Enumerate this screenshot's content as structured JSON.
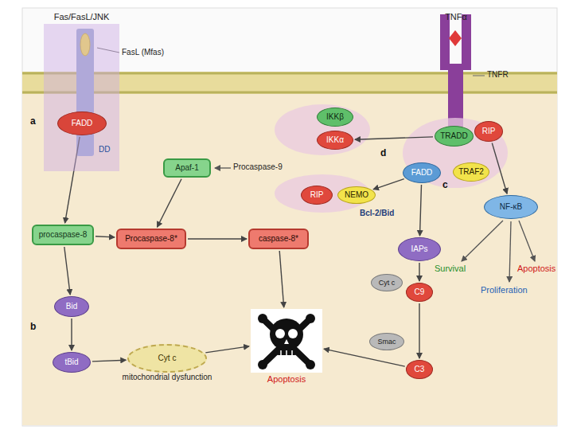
{
  "diagram": {
    "nodes": [
      {
        "text": [
          "Fas/FasL/JNK"
        ]
      },
      {
        "text": [
          "FADD"
        ],
        "in": 0
      },
      {
        "text": [
          "procaspase-8"
        ]
      },
      {
        "text": [
          "Procaspase-8*"
        ]
      },
      {
        "text": [
          "caspase-8*"
        ]
      },
      {
        "text": [
          "Apaf-1"
        ]
      },
      {
        "text": [
          "Bid"
        ]
      },
      {
        "text": [
          "tBid"
        ]
      },
      {
        "text": [
          "Cyt c",
          "mitochondrial dysfunction"
        ]
      },
      {
        "text": [
          "Apoptosis"
        ]
      },
      {
        "text": [
          "TNFα"
        ]
      },
      {
        "text": [
          "TRADD"
        ]
      },
      {
        "text": [
          "RIP"
        ]
      },
      {
        "text": [
          "TRAF2"
        ]
      },
      {
        "text": [
          "FADD"
        ]
      },
      {
        "text": [
          "IKKβ"
        ]
      },
      {
        "text": [
          "IKKα"
        ]
      },
      {
        "text": [
          "RIP"
        ]
      },
      {
        "text": [
          "NEMO"
        ]
      },
      {
        "text": [
          "IAPs"
        ]
      },
      {
        "text": [
          "Cyt c"
        ]
      },
      {
        "text": [
          "C9"
        ]
      },
      {
        "text": [
          "Smac"
        ]
      },
      {
        "text": [
          "C3"
        ]
      },
      {
        "text": [
          "NF-κB"
        ]
      }
    ],
    "edges": [
      {
        "from": 1,
        "to": 2,
        "arrow": "to"
      },
      {
        "from": 2,
        "to": 3,
        "arrow": "to"
      },
      {
        "from": 3,
        "to": 4,
        "arrow": "to"
      },
      {
        "from": 5,
        "to": 3,
        "arrow": "to"
      },
      {
        "from": 4,
        "to": 9,
        "arrow": "to"
      },
      {
        "from": 2,
        "to": 6,
        "arrow": "to"
      },
      {
        "from": 6,
        "to": 7,
        "arrow": "to"
      },
      {
        "from": 7,
        "to": 8,
        "arrow": "to"
      },
      {
        "from": 8,
        "to": 9,
        "arrow": "to"
      },
      {
        "from": 11,
        "to": 16,
        "arrow": "to"
      },
      {
        "from": 14,
        "to": 18,
        "arrow": "to"
      },
      {
        "from": 14,
        "to": 19,
        "arrow": "to"
      },
      {
        "from": 19,
        "to": 21,
        "arrow": "to"
      },
      {
        "from": 21,
        "to": 23,
        "arrow": "to"
      },
      {
        "from": 23,
        "to": 9,
        "arrow": "to"
      },
      {
        "from": 12,
        "to": 24,
        "arrow": "to"
      }
    ],
    "labels": [
      "a",
      "b",
      "c",
      "d",
      "FasL (Mfas)",
      "DD",
      "Procaspase-9",
      "TNFR",
      "Bcl-2/Bid",
      "Survival",
      "Proliferation",
      "Apoptosis"
    ]
  }
}
